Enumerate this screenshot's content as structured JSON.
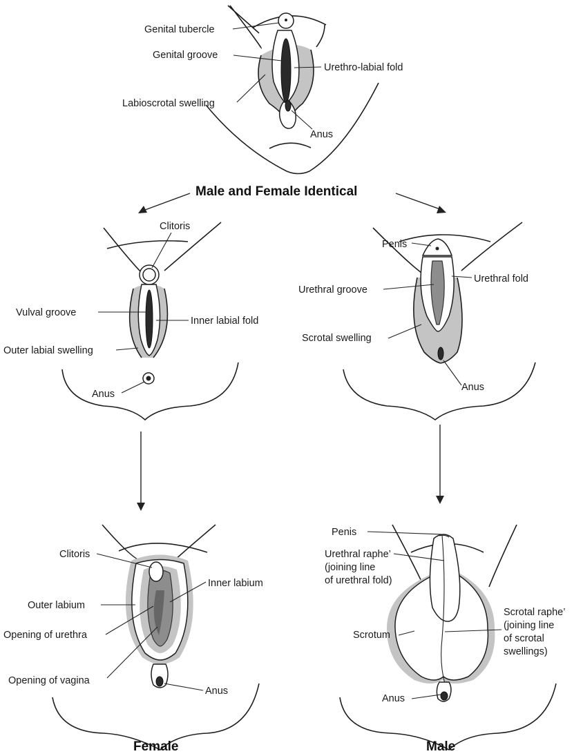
{
  "headings": {
    "identical": "Male and Female Identical",
    "female": "Female",
    "male": "Male"
  },
  "indifferent": {
    "genital_tubercle": "Genital tubercle",
    "genital_groove": "Genital groove",
    "urethro_labial_fold": "Urethro-labial fold",
    "labioscrotal_swelling": "Labioscrotal swelling",
    "anus": "Anus"
  },
  "female_early": {
    "clitoris": "Clitoris",
    "vulval_groove": "Vulval groove",
    "inner_labial_fold": "Inner labial fold",
    "outer_labial_swelling": "Outer labial swelling",
    "anus": "Anus"
  },
  "male_early": {
    "penis": "Penis",
    "urethral_fold": "Urethral fold",
    "urethral_groove": "Urethral groove",
    "scrotal_swelling": "Scrotal swelling",
    "anus": "Anus"
  },
  "female_adult": {
    "clitoris": "Clitoris",
    "inner_labium": "Inner labium",
    "outer_labium": "Outer labium",
    "opening_urethra": "Opening of urethra",
    "opening_vagina": "Opening of vagina",
    "anus": "Anus"
  },
  "male_adult": {
    "penis": "Penis",
    "urethral_raphe": [
      "Urethral raphe’",
      "(joining line",
      "of urethral fold)"
    ],
    "scrotal_raphe": [
      "Scrotal raphe’",
      "(joining line",
      "of scrotal",
      "swellings)"
    ],
    "scrotum": "Scrotum",
    "anus": "Anus"
  }
}
